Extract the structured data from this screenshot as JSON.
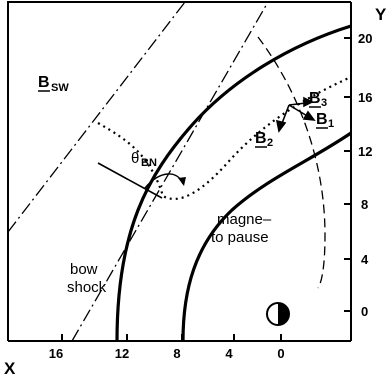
{
  "axes": {
    "x_name": "X",
    "y_name": "Y",
    "x_ticks": [
      "16",
      "12",
      "8",
      "4",
      "0"
    ],
    "y_ticks": [
      "20",
      "16",
      "12",
      "8",
      "4",
      "0"
    ]
  },
  "labels": {
    "b_sw": {
      "main": "B",
      "sub": "SW"
    },
    "b1": {
      "main": "B",
      "sub": "1"
    },
    "b2": {
      "main": "B",
      "sub": "2"
    },
    "b3": {
      "main": "B",
      "sub": "3"
    },
    "theta_bn": {
      "main": "θ",
      "sub": "BN"
    },
    "magnetopause_line1": "magne–",
    "magnetopause_line2": "to pause",
    "bow_shock_line1": "bow",
    "bow_shock_line2": "shock"
  }
}
